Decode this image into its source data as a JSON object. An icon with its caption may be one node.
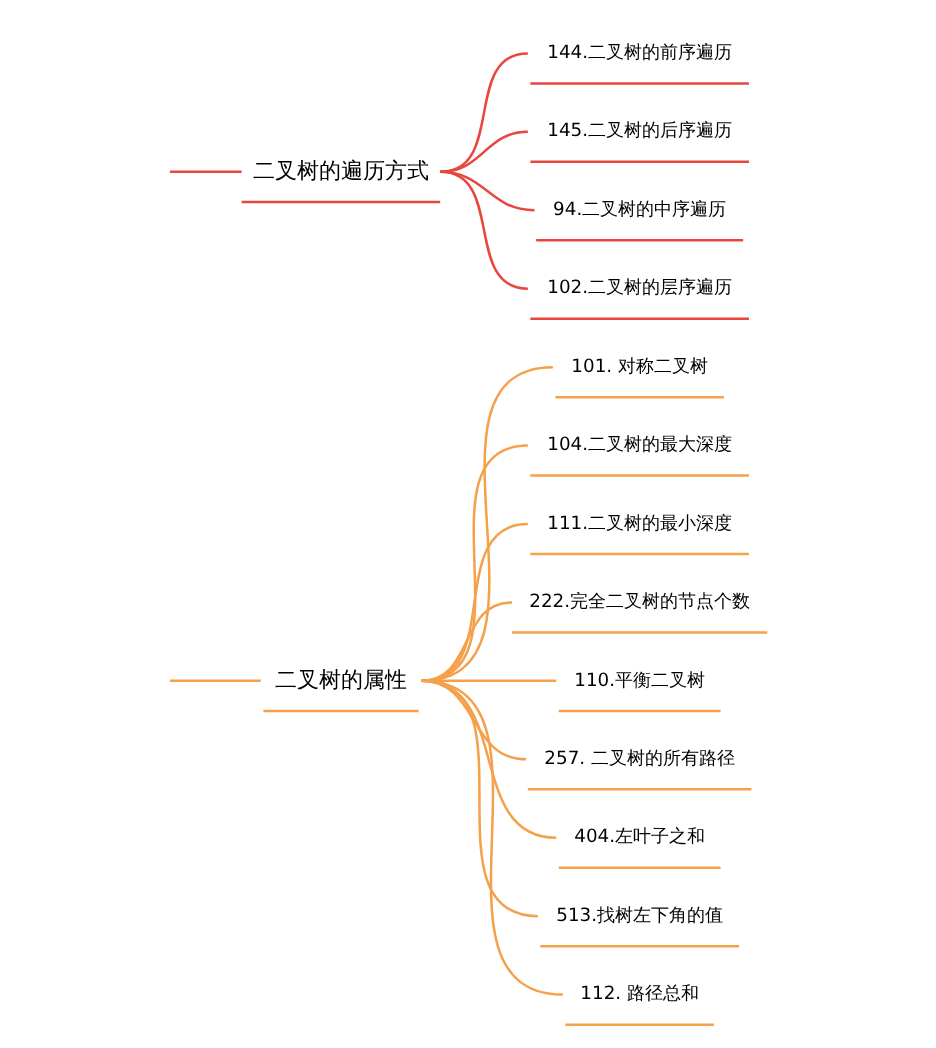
{
  "diagram": {
    "nodes": [
      {
        "text": [
          "二叉树的遍历方式"
        ]
      },
      {
        "text": [
          "144.二叉树的前序遍历"
        ]
      },
      {
        "text": [
          "145.二叉树的后序遍历"
        ]
      },
      {
        "text": [
          "94.二叉树的中序遍历"
        ]
      },
      {
        "text": [
          "102.二叉树的层序遍历"
        ]
      },
      {
        "text": [
          "二叉树的属性"
        ]
      },
      {
        "text": [
          "101. 对称二叉树"
        ]
      },
      {
        "text": [
          "104.二叉树的最大深度"
        ]
      },
      {
        "text": [
          "111.二叉树的最小深度"
        ]
      },
      {
        "text": [
          "222.完全二叉树的节点个数"
        ]
      },
      {
        "text": [
          "110.平衡二叉树"
        ]
      },
      {
        "text": [
          "257. 二叉树的所有路径"
        ]
      },
      {
        "text": [
          "404.左叶子之和"
        ]
      },
      {
        "text": [
          "513.找树左下角的值"
        ]
      },
      {
        "text": [
          "112. 路径总和"
        ]
      }
    ],
    "edges": [
      {
        "from": null,
        "to": 0,
        "arrow": "none",
        "color": "#e8473f"
      },
      {
        "from": 0,
        "to": 1,
        "arrow": "none",
        "color": "#e8473f"
      },
      {
        "from": 0,
        "to": 2,
        "arrow": "none",
        "color": "#e8473f"
      },
      {
        "from": 0,
        "to": 3,
        "arrow": "none",
        "color": "#e8473f"
      },
      {
        "from": 0,
        "to": 4,
        "arrow": "none",
        "color": "#e8473f"
      },
      {
        "from": null,
        "to": 5,
        "arrow": "none"
      },
      {
        "from": 5,
        "to": 6,
        "arrow": "none"
      },
      {
        "from": 5,
        "to": 7,
        "arrow": "none"
      },
      {
        "from": 5,
        "to": 8,
        "arrow": "none"
      },
      {
        "from": 5,
        "to": 9,
        "arrow": "none"
      },
      {
        "from": 5,
        "to": 10,
        "arrow": "none"
      },
      {
        "from": 5,
        "to": 11,
        "arrow": "none"
      },
      {
        "from": 5,
        "to": 12,
        "arrow": "none"
      },
      {
        "from": 5,
        "to": 13,
        "arrow": "none"
      },
      {
        "from": 5,
        "to": 14,
        "arrow": "none"
      }
    ]
  }
}
